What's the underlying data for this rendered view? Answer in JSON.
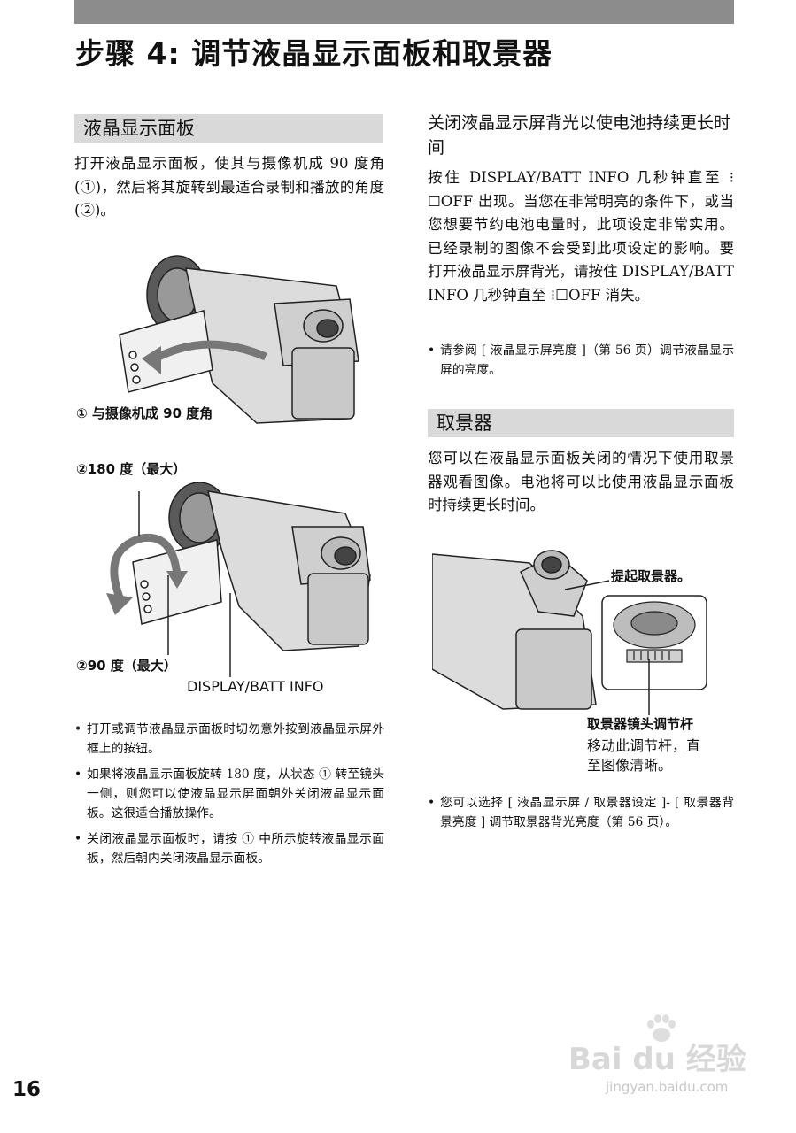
{
  "page": {
    "title": "步骤 4:  调节液晶显示面板和取景器",
    "page_number": "16"
  },
  "lcd_section": {
    "heading": "液晶显示面板",
    "text": "打开液晶显示面板，使其与摄像机成 90 度角 (①)，然后将其旋转到最适合录制和播放的角度 (②)。",
    "caption_open": "① 与摄像机成 90 度角",
    "caption_180": "②180 度（最大）",
    "caption_90": "②90 度（最大）",
    "caption_button": "DISPLAY/BATT INFO",
    "notes": [
      "打开或调节液晶显示面板时切勿意外按到液晶显示屏外框上的按钮。",
      "如果将液晶显示面板旋转 180 度，从状态 ① 转至镜头一侧，则您可以使液晶显示屏面朝外关闭液晶显示面板。这很适合播放操作。",
      "关闭液晶显示面板时，请按 ① 中所示旋转液晶显示面板，然后朝内关闭液晶显示面板。"
    ]
  },
  "backlight_section": {
    "heading": "关闭液晶显示屏背光以使电池持续更长时间",
    "text": "按住 DISPLAY/BATT INFO 几秒钟直至 ⁝☐OFF 出现。当您在非常明亮的条件下，或当您想要节约电池电量时，此项设定非常实用。已经录制的图像不会受到此项设定的影响。要打开液晶显示屏背光，请按住 DISPLAY/BATT INFO 几秒钟直至 ⁝☐OFF 消失。",
    "note": "请参阅 [ 液晶显示屏亮度 ]（第 56 页）调节液晶显示屏的亮度。"
  },
  "viewfinder_section": {
    "heading": "取景器",
    "text": "您可以在液晶显示面板关闭的情况下使用取景器观看图像。电池将可以比使用液晶显示面板时持续更长时间。",
    "caption_lift": "提起取景器。",
    "caption_lever_title": "取景器镜头调节杆",
    "caption_lever_line1": "移动此调节杆，直",
    "caption_lever_line2": "至图像清晰。",
    "note": "您可以选择 [ 液晶显示屏 / 取景器设定 ]- [ 取景器背景亮度 ] 调节取景器背光亮度（第 56 页）。"
  },
  "watermark": {
    "brand": "Bai du 经验",
    "url": "jingyan.baidu.com"
  }
}
